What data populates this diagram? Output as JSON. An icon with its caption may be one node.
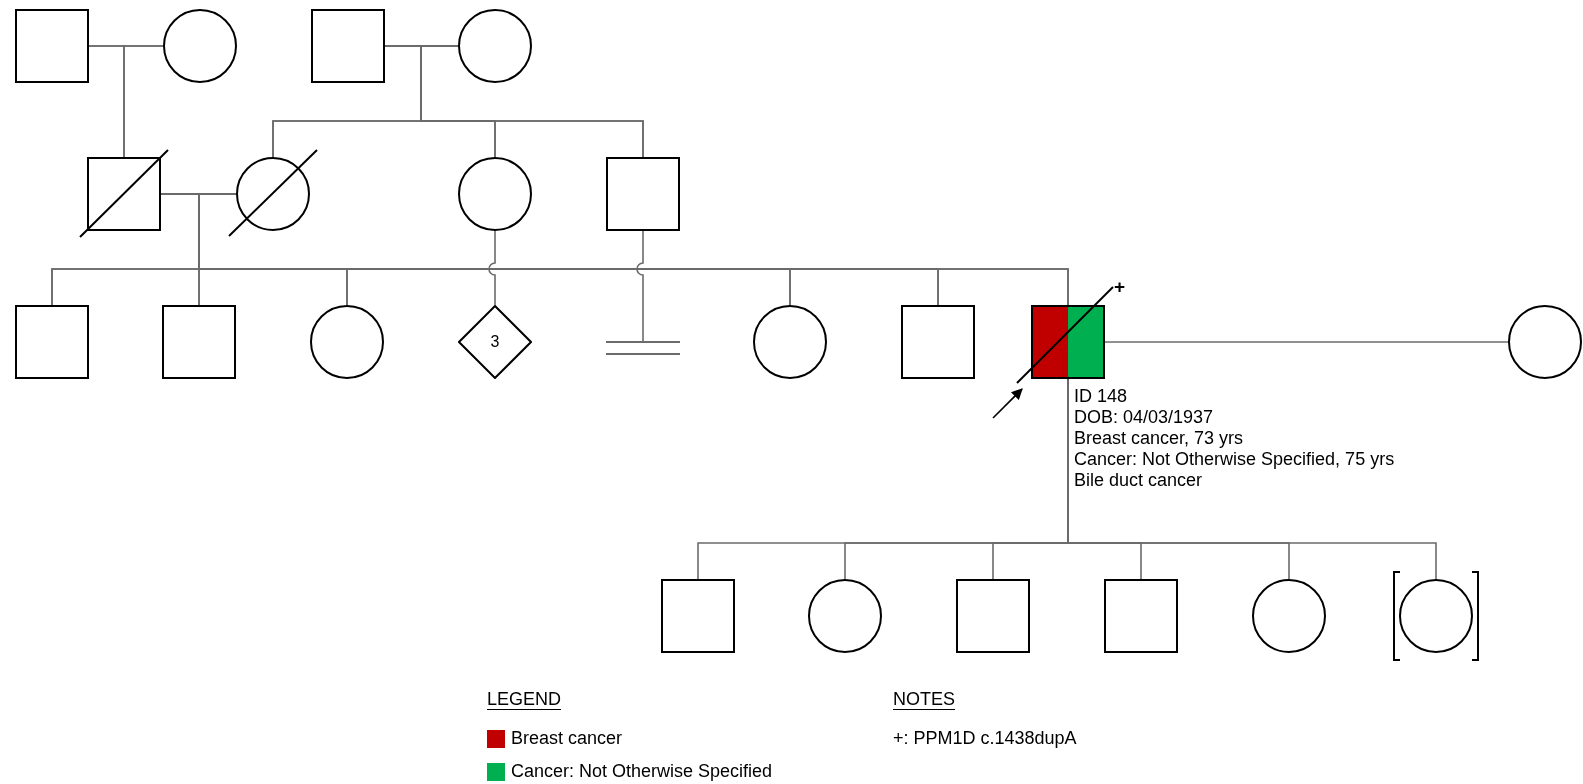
{
  "diagram": {
    "nodes": [
      {
        "text": [],
        "shape": "box"
      },
      {
        "text": [],
        "shape": "circle"
      },
      {
        "text": [],
        "shape": "box"
      },
      {
        "text": [],
        "shape": "circle"
      },
      {
        "text": [],
        "shape": "box"
      },
      {
        "text": [],
        "shape": "circle"
      },
      {
        "text": [],
        "shape": "circle"
      },
      {
        "text": [],
        "shape": "box"
      },
      {
        "text": [],
        "shape": "box"
      },
      {
        "text": [],
        "shape": "box"
      },
      {
        "text": [],
        "shape": "circle"
      },
      {
        "text": [
          "3"
        ]
      },
      {
        "text": [],
        "shape": "bar"
      },
      {
        "text": [],
        "shape": "circle"
      },
      {
        "text": [],
        "shape": "box"
      },
      {
        "text": [],
        "shape": "box",
        "beside": [
          "+",
          "ID 148",
          "DOB: 04/03/1937",
          "Breast cancer, 73 yrs",
          "Cancer: Not Otherwise Specified, 75 yrs",
          "Bile duct cancer"
        ]
      },
      {
        "text": [],
        "shape": "circle"
      },
      {
        "text": [],
        "shape": "box"
      },
      {
        "text": [],
        "shape": "circle"
      },
      {
        "text": [],
        "shape": "box"
      },
      {
        "text": [],
        "shape": "box"
      },
      {
        "text": [],
        "shape": "circle"
      },
      {
        "text": [],
        "shape": "circle"
      }
    ],
    "edges": [
      {
        "from": 0,
        "to": 1,
        "arrow": "none"
      },
      {
        "from": 2,
        "to": 3,
        "arrow": "none"
      },
      {
        "from": 0,
        "to": 4,
        "arrow": "none"
      },
      {
        "from": 1,
        "to": 4,
        "arrow": "none"
      },
      {
        "from": 2,
        "to": 5,
        "arrow": "none"
      },
      {
        "from": 2,
        "to": 6,
        "arrow": "none"
      },
      {
        "from": 2,
        "to": 7,
        "arrow": "none"
      },
      {
        "from": 3,
        "to": 5,
        "arrow": "none"
      },
      {
        "from": 3,
        "to": 6,
        "arrow": "none"
      },
      {
        "from": 3,
        "to": 7,
        "arrow": "none"
      },
      {
        "from": 4,
        "to": 5,
        "arrow": "none"
      },
      {
        "from": 4,
        "to": 8,
        "arrow": "none"
      },
      {
        "from": 4,
        "to": 9,
        "arrow": "none"
      },
      {
        "from": 4,
        "to": 10,
        "arrow": "none"
      },
      {
        "from": 4,
        "to": 13,
        "arrow": "none"
      },
      {
        "from": 4,
        "to": 14,
        "arrow": "none"
      },
      {
        "from": 4,
        "to": 15,
        "arrow": "none"
      },
      {
        "from": 5,
        "to": 8,
        "arrow": "none"
      },
      {
        "from": 5,
        "to": 9,
        "arrow": "none"
      },
      {
        "from": 5,
        "to": 10,
        "arrow": "none"
      },
      {
        "from": 5,
        "to": 13,
        "arrow": "none"
      },
      {
        "from": 5,
        "to": 14,
        "arrow": "none"
      },
      {
        "from": 5,
        "to": 15,
        "arrow": "none"
      },
      {
        "from": 6,
        "to": 11,
        "arrow": "none"
      },
      {
        "from": 7,
        "to": 12,
        "arrow": "none"
      },
      {
        "from": 15,
        "to": 16,
        "arrow": "none"
      },
      {
        "from": 15,
        "to": 17,
        "arrow": "none"
      },
      {
        "from": 15,
        "to": 18,
        "arrow": "none"
      },
      {
        "from": 15,
        "to": 19,
        "arrow": "none"
      },
      {
        "from": 15,
        "to": 20,
        "arrow": "none"
      },
      {
        "from": 15,
        "to": 21,
        "arrow": "none"
      },
      {
        "from": 15,
        "to": 22,
        "arrow": "none"
      },
      {
        "from": null,
        "to": 15,
        "arrow": "to",
        "color": "#000000"
      }
    ],
    "labels": [
      "LEGEND",
      "NOTES",
      "+: PPM1D c.1438dupA"
    ],
    "legend": [
      {
        "text": "Breast cancer",
        "color": "#c00000"
      },
      {
        "text": "Cancer: Not Otherwise Specified",
        "color": "#00b050"
      }
    ]
  }
}
